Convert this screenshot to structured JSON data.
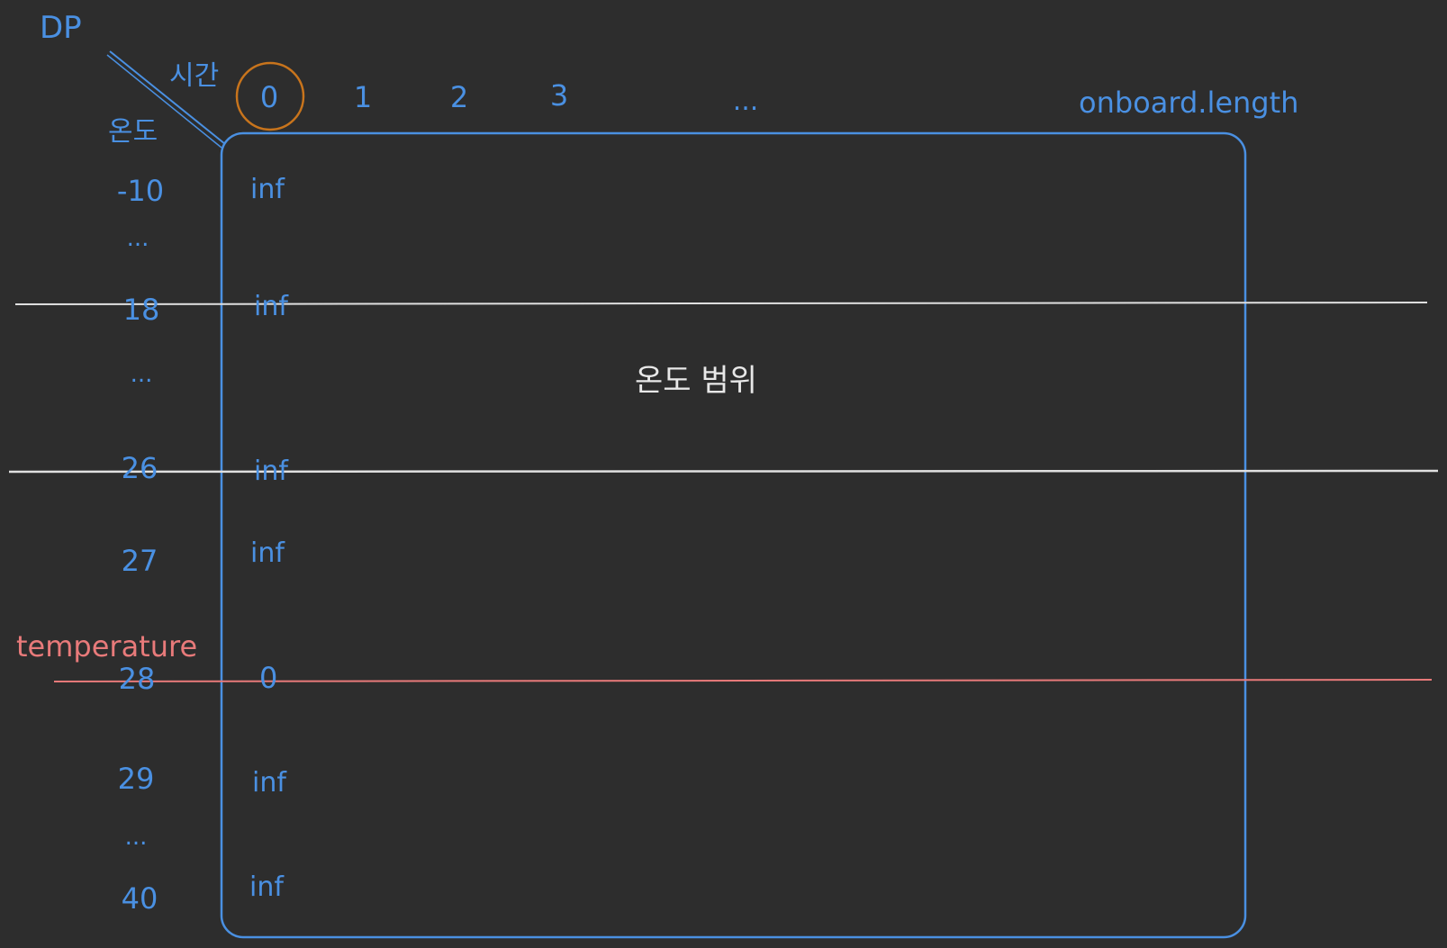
{
  "corner": {
    "title": "DP",
    "col_axis": "시간",
    "row_axis": "온도"
  },
  "columns": [
    "0",
    "1",
    "2",
    "3",
    "...",
    "onboard.length"
  ],
  "rows": [
    {
      "temp": "-10",
      "value": "inf"
    },
    {
      "temp": "...",
      "value": ""
    },
    {
      "temp": "18",
      "value": "inf"
    },
    {
      "temp": "...",
      "value": ""
    },
    {
      "temp": "26",
      "value": "inf"
    },
    {
      "temp": "27",
      "value": "inf"
    },
    {
      "temp": "28",
      "value": "0"
    },
    {
      "temp": "29",
      "value": "inf"
    },
    {
      "temp": "...",
      "value": ""
    },
    {
      "temp": "40",
      "value": "inf"
    }
  ],
  "range_label": "온도 범위",
  "temperature_label": "temperature",
  "colors": {
    "background": "#2d2d2d",
    "ink_blue": "#4a90e2",
    "highlight_orange": "#c8741c",
    "range_line": "#e0e0e0",
    "temperature_line": "#e87a7a"
  }
}
